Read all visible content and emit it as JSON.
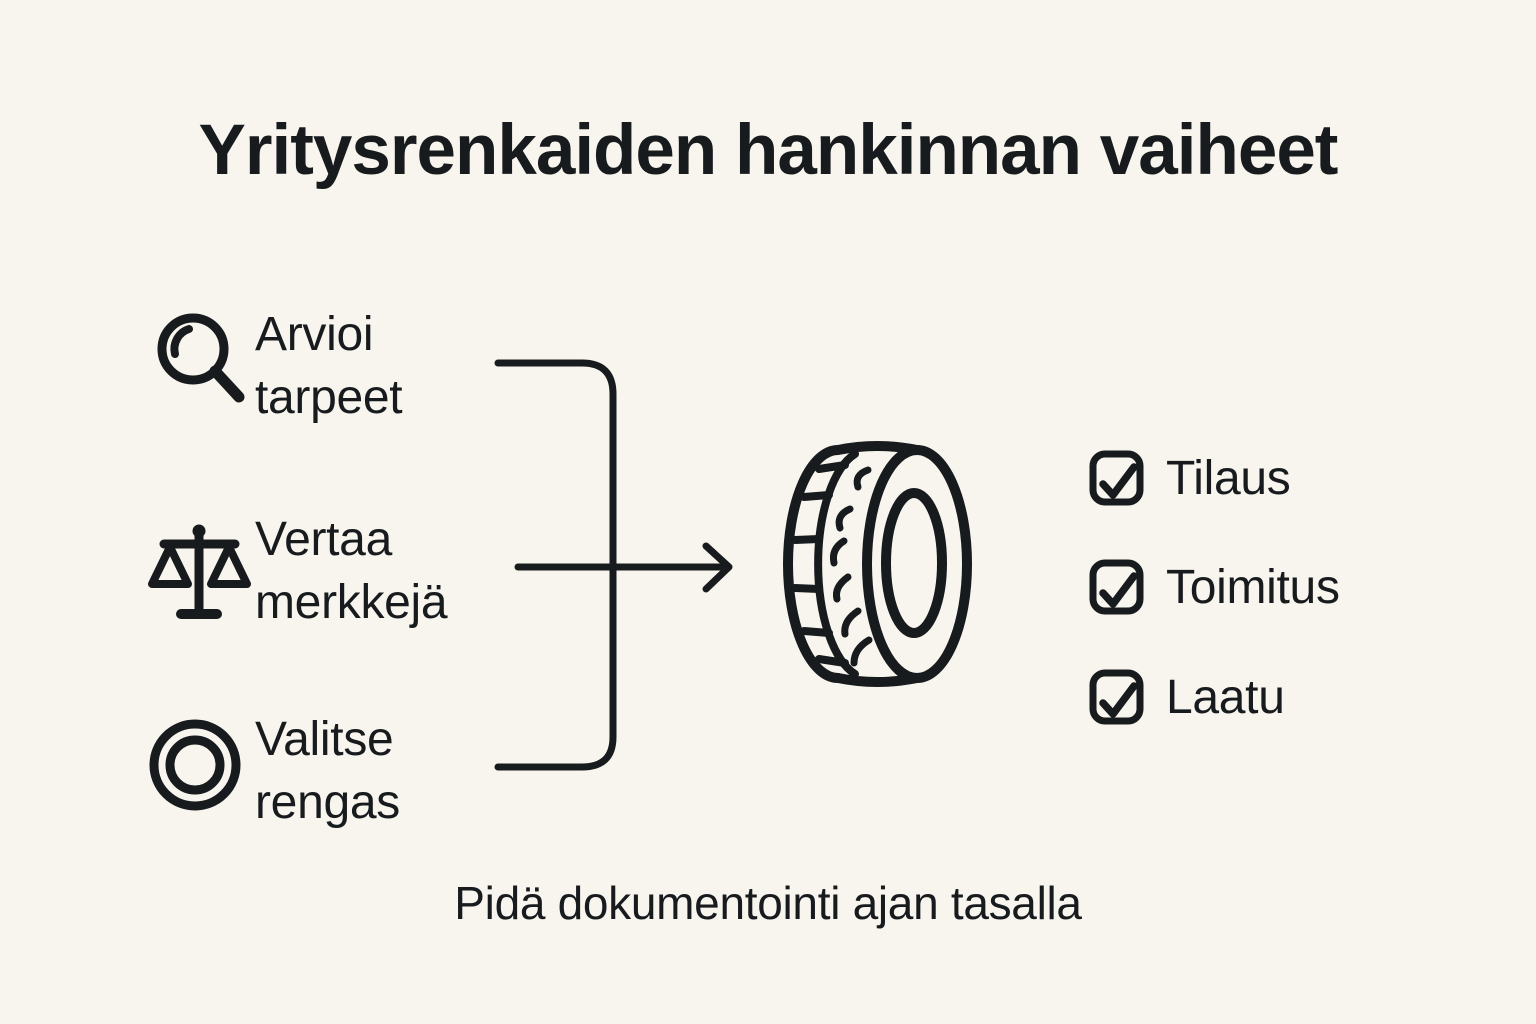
{
  "title": "Yritysrenkaiden hankinnan vaiheet",
  "steps": [
    {
      "label": "Arvioi tarpeet",
      "icon": "magnifier-icon"
    },
    {
      "label": "Vertaa merkkejä",
      "icon": "scales-icon"
    },
    {
      "label": "Valitse rengas",
      "icon": "tire-ring-icon"
    }
  ],
  "checklist": [
    {
      "label": "Tilaus",
      "checked": true
    },
    {
      "label": "Toimitus",
      "checked": true
    },
    {
      "label": "Laatu",
      "checked": true
    }
  ],
  "footer_note": "Pidä dokumentointi ajan tasalla",
  "colors": {
    "background": "#f8f5ee",
    "ink": "#181b1e"
  }
}
